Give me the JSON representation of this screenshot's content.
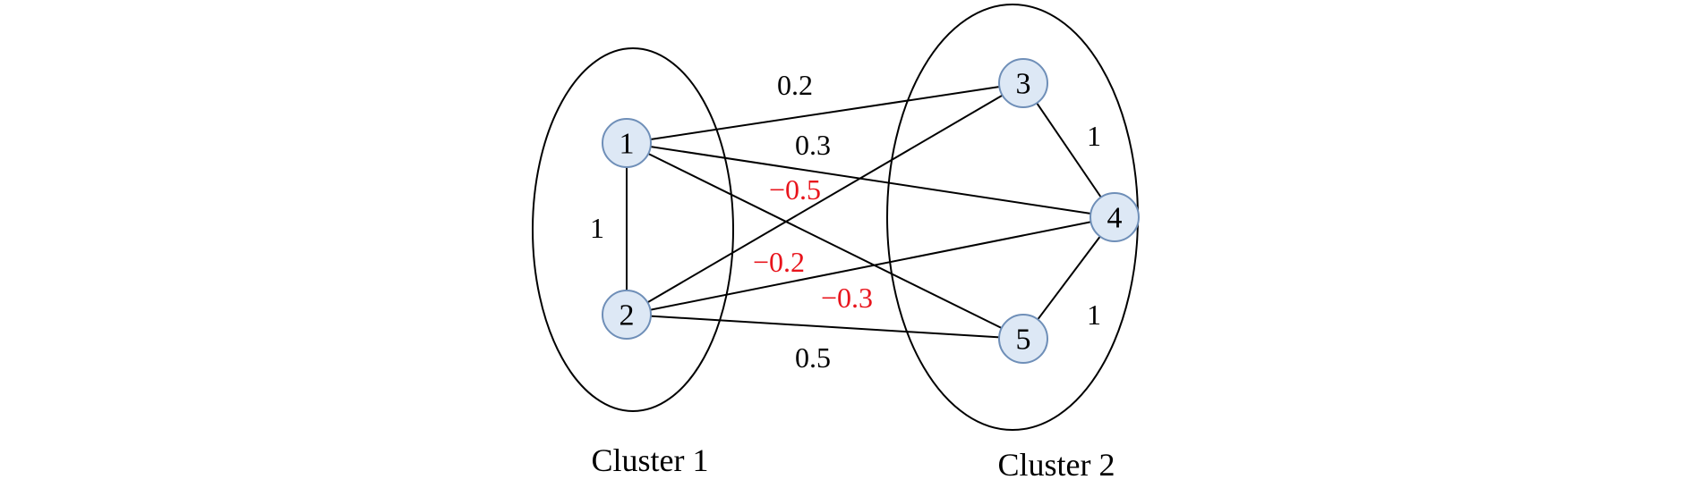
{
  "clusters": [
    {
      "label": "Cluster 1"
    },
    {
      "label": "Cluster 2"
    }
  ],
  "nodes": [
    {
      "id": "1",
      "label": "1"
    },
    {
      "id": "2",
      "label": "2"
    },
    {
      "id": "3",
      "label": "3"
    },
    {
      "id": "4",
      "label": "4"
    },
    {
      "id": "5",
      "label": "5"
    }
  ],
  "edges": [
    {
      "from": "1",
      "to": "2",
      "label": "1",
      "negative": false
    },
    {
      "from": "1",
      "to": "3",
      "label": "0.2",
      "negative": false
    },
    {
      "from": "1",
      "to": "4",
      "label": "0.3",
      "negative": false
    },
    {
      "from": "1",
      "to": "5",
      "label": "−0.5",
      "negative": true
    },
    {
      "from": "2",
      "to": "3",
      "label": "−0.2",
      "negative": true
    },
    {
      "from": "2",
      "to": "4",
      "label": "−0.3",
      "negative": true
    },
    {
      "from": "2",
      "to": "5",
      "label": "0.5",
      "negative": false
    },
    {
      "from": "3",
      "to": "4",
      "label": "1",
      "negative": false
    },
    {
      "from": "4",
      "to": "5",
      "label": "1",
      "negative": false
    }
  ],
  "colors": {
    "positive_label": "#000000",
    "negative_label": "#e8141c",
    "node_fill": "#dde8f5",
    "node_stroke": "#6f8fb8"
  }
}
